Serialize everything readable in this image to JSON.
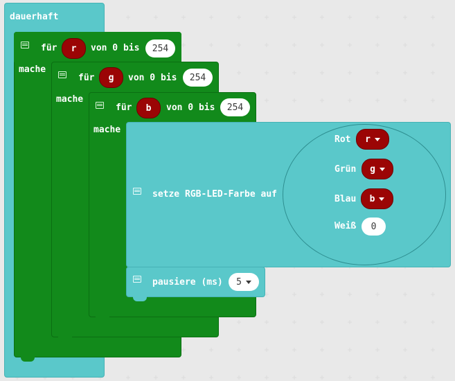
{
  "forever_block": {
    "label": "dauerhaft",
    "color": "#5ac8ca"
  },
  "loops": [
    {
      "for_label": "für",
      "var": "r",
      "from_label": "von 0 bis",
      "to": "254",
      "do_label": "mache"
    },
    {
      "for_label": "für",
      "var": "g",
      "from_label": "von 0 bis",
      "to": "254",
      "do_label": "mache"
    },
    {
      "for_label": "für",
      "var": "b",
      "from_label": "von 0 bis",
      "to": "254",
      "do_label": "mache"
    }
  ],
  "set_rgb": {
    "label": "setze RGB-LED-Farbe auf",
    "params": [
      {
        "name": "Rot",
        "value": "r"
      },
      {
        "name": "Grün",
        "value": "g"
      },
      {
        "name": "Blau",
        "value": "b"
      },
      {
        "name": "Weiß",
        "value": "0"
      }
    ]
  },
  "pause": {
    "label": "pausiere (ms)",
    "value": "5"
  },
  "colors": {
    "loop_green": "#128a1b",
    "variable_red": "#9b0505",
    "basic_teal": "#5ac8ca"
  }
}
